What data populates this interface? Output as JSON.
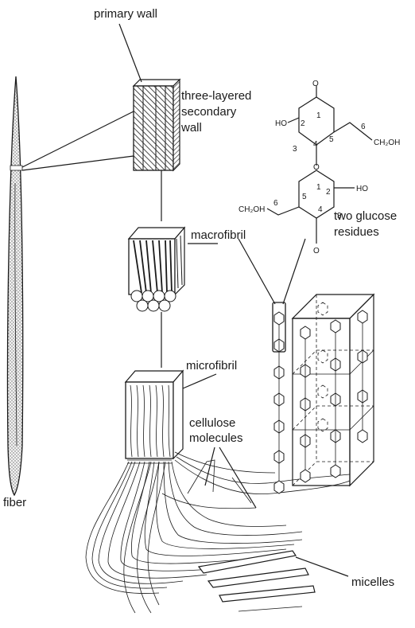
{
  "labels": {
    "primary_wall": "primary wall",
    "secondary_wall_line1": "three-layered",
    "secondary_wall_line2": "secondary",
    "secondary_wall_line3": "wall",
    "macrofibril": "macrofibril",
    "microfibril": "microfibril",
    "cellulose_line1": "cellulose",
    "cellulose_line2": "molecules",
    "glucose_line1": "two glucose",
    "glucose_line2": "residues",
    "micelles": "micelles",
    "fiber": "fiber"
  },
  "chemistry": {
    "o_top": "O",
    "ho_upper": "HO",
    "ch2oh_upper": "CH₂OH",
    "ring_oxygen_bridge": "O",
    "ho_lower": "HO",
    "ch2oh_lower": "CH₂OH",
    "o_bottom": "O",
    "upper_ring_numbers": [
      "1",
      "2",
      "3",
      "4",
      "5",
      "6"
    ],
    "lower_ring_numbers": [
      "1",
      "2",
      "3",
      "4",
      "5",
      "6"
    ]
  }
}
